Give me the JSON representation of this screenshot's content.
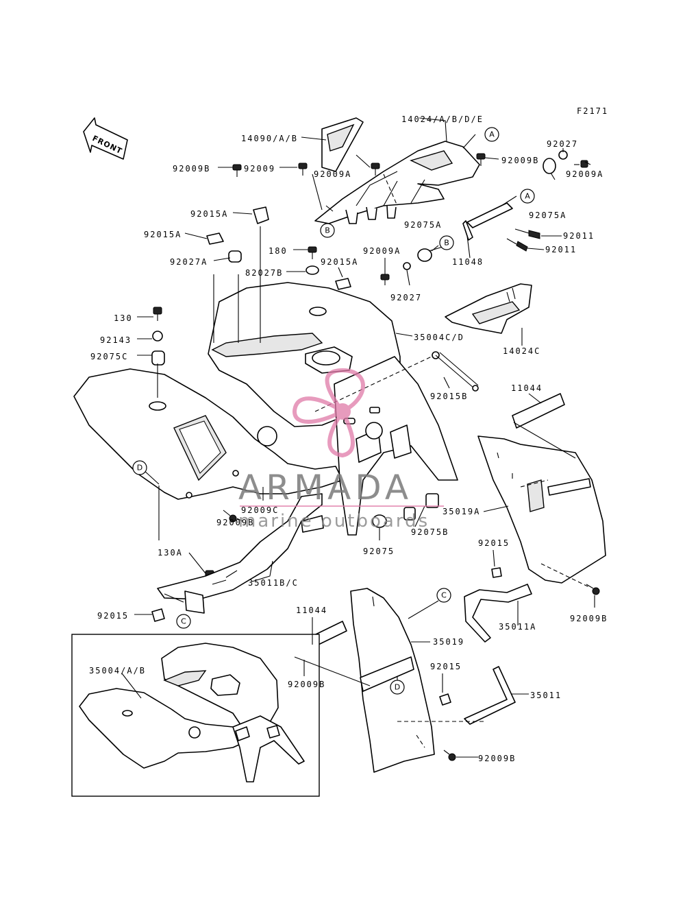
{
  "figure_code": "F2171",
  "front_label": "FRONT",
  "watermark": {
    "brand": "ARMADA",
    "tagline": "marine outboards"
  },
  "labels": {
    "l14090": "14090/A/B",
    "l14024top": "14024/A/B/D/E",
    "l92009a1": "92009",
    "l92009a2": "92009A",
    "l92009b1": "92009B",
    "l92027a": "92027",
    "l92009a3": "92009A",
    "l92075a": "92075A",
    "l92011a": "92011",
    "l92011b": "92011",
    "l92075a2": "92075A",
    "l11048": "11048",
    "l92009b2": "92009B",
    "l92015a1": "92015A",
    "l92015a2": "92015A",
    "l92027a2": "92027A",
    "l180": "180",
    "l82027b": "82027B",
    "l92015a3": "92015A",
    "l92009a4": "92009A",
    "l92027b": "92027",
    "l130": "130",
    "l92143": "92143",
    "l92075c": "92075C",
    "l35004cd": "35004C/D",
    "l14024c": "14024C",
    "l92015b": "92015B",
    "l11044a": "11044",
    "l35019a": "35019A",
    "l92009c": "92009C",
    "l92009b3": "92009B",
    "l92075": "92075",
    "l92075b": "92075B",
    "l130a": "130A",
    "l35011bc": "35011B/C",
    "l92015c": "92015",
    "l92015d": "92015",
    "l35011a": "35011A",
    "l92009b4": "92009B",
    "l11044b": "11044",
    "l35019": "35019",
    "l35004ab": "35004/A/B",
    "l92009b5": "92009B",
    "l92015e": "92015",
    "l35011": "35011",
    "l92009b6": "92009B"
  },
  "callouts": {
    "a1": "A",
    "a2": "A",
    "b1": "B",
    "b2": "B",
    "c1": "C",
    "c2": "C",
    "d1": "D",
    "d2": "D"
  }
}
